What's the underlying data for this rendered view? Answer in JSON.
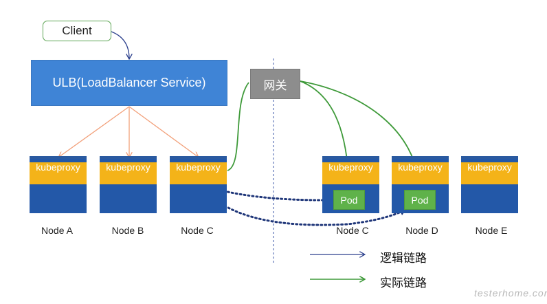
{
  "client": {
    "label": "Client"
  },
  "ulb": {
    "label": "ULB(LoadBalancer Service)"
  },
  "gateway": {
    "label": "网关"
  },
  "nodes": [
    {
      "kube": "kubeproxy",
      "name": "Node A"
    },
    {
      "kube": "kubeproxy",
      "name": "Node B"
    },
    {
      "kube": "kubeproxy",
      "name": "Node C"
    },
    {
      "kube": "kubeproxy",
      "name": "Node C"
    },
    {
      "kube": "kubeproxy",
      "name": "Node D"
    },
    {
      "kube": "kubeproxy",
      "name": "Node E"
    }
  ],
  "pods": [
    {
      "label": "Pod"
    },
    {
      "label": "Pod"
    }
  ],
  "legend": {
    "logical": "逻辑链路",
    "actual": "实际链路"
  },
  "watermark": "testerhome.com",
  "colors": {
    "ulb": "#3f84d6",
    "gateway": "#8d8d8d",
    "node": "#2358a8",
    "kubeproxy_band": "#f4b319",
    "pod": "#5fb24a",
    "actual_link": "#5aa351",
    "logical_link": "#2b3f8c",
    "lb_fanout": "#f2a07a"
  }
}
